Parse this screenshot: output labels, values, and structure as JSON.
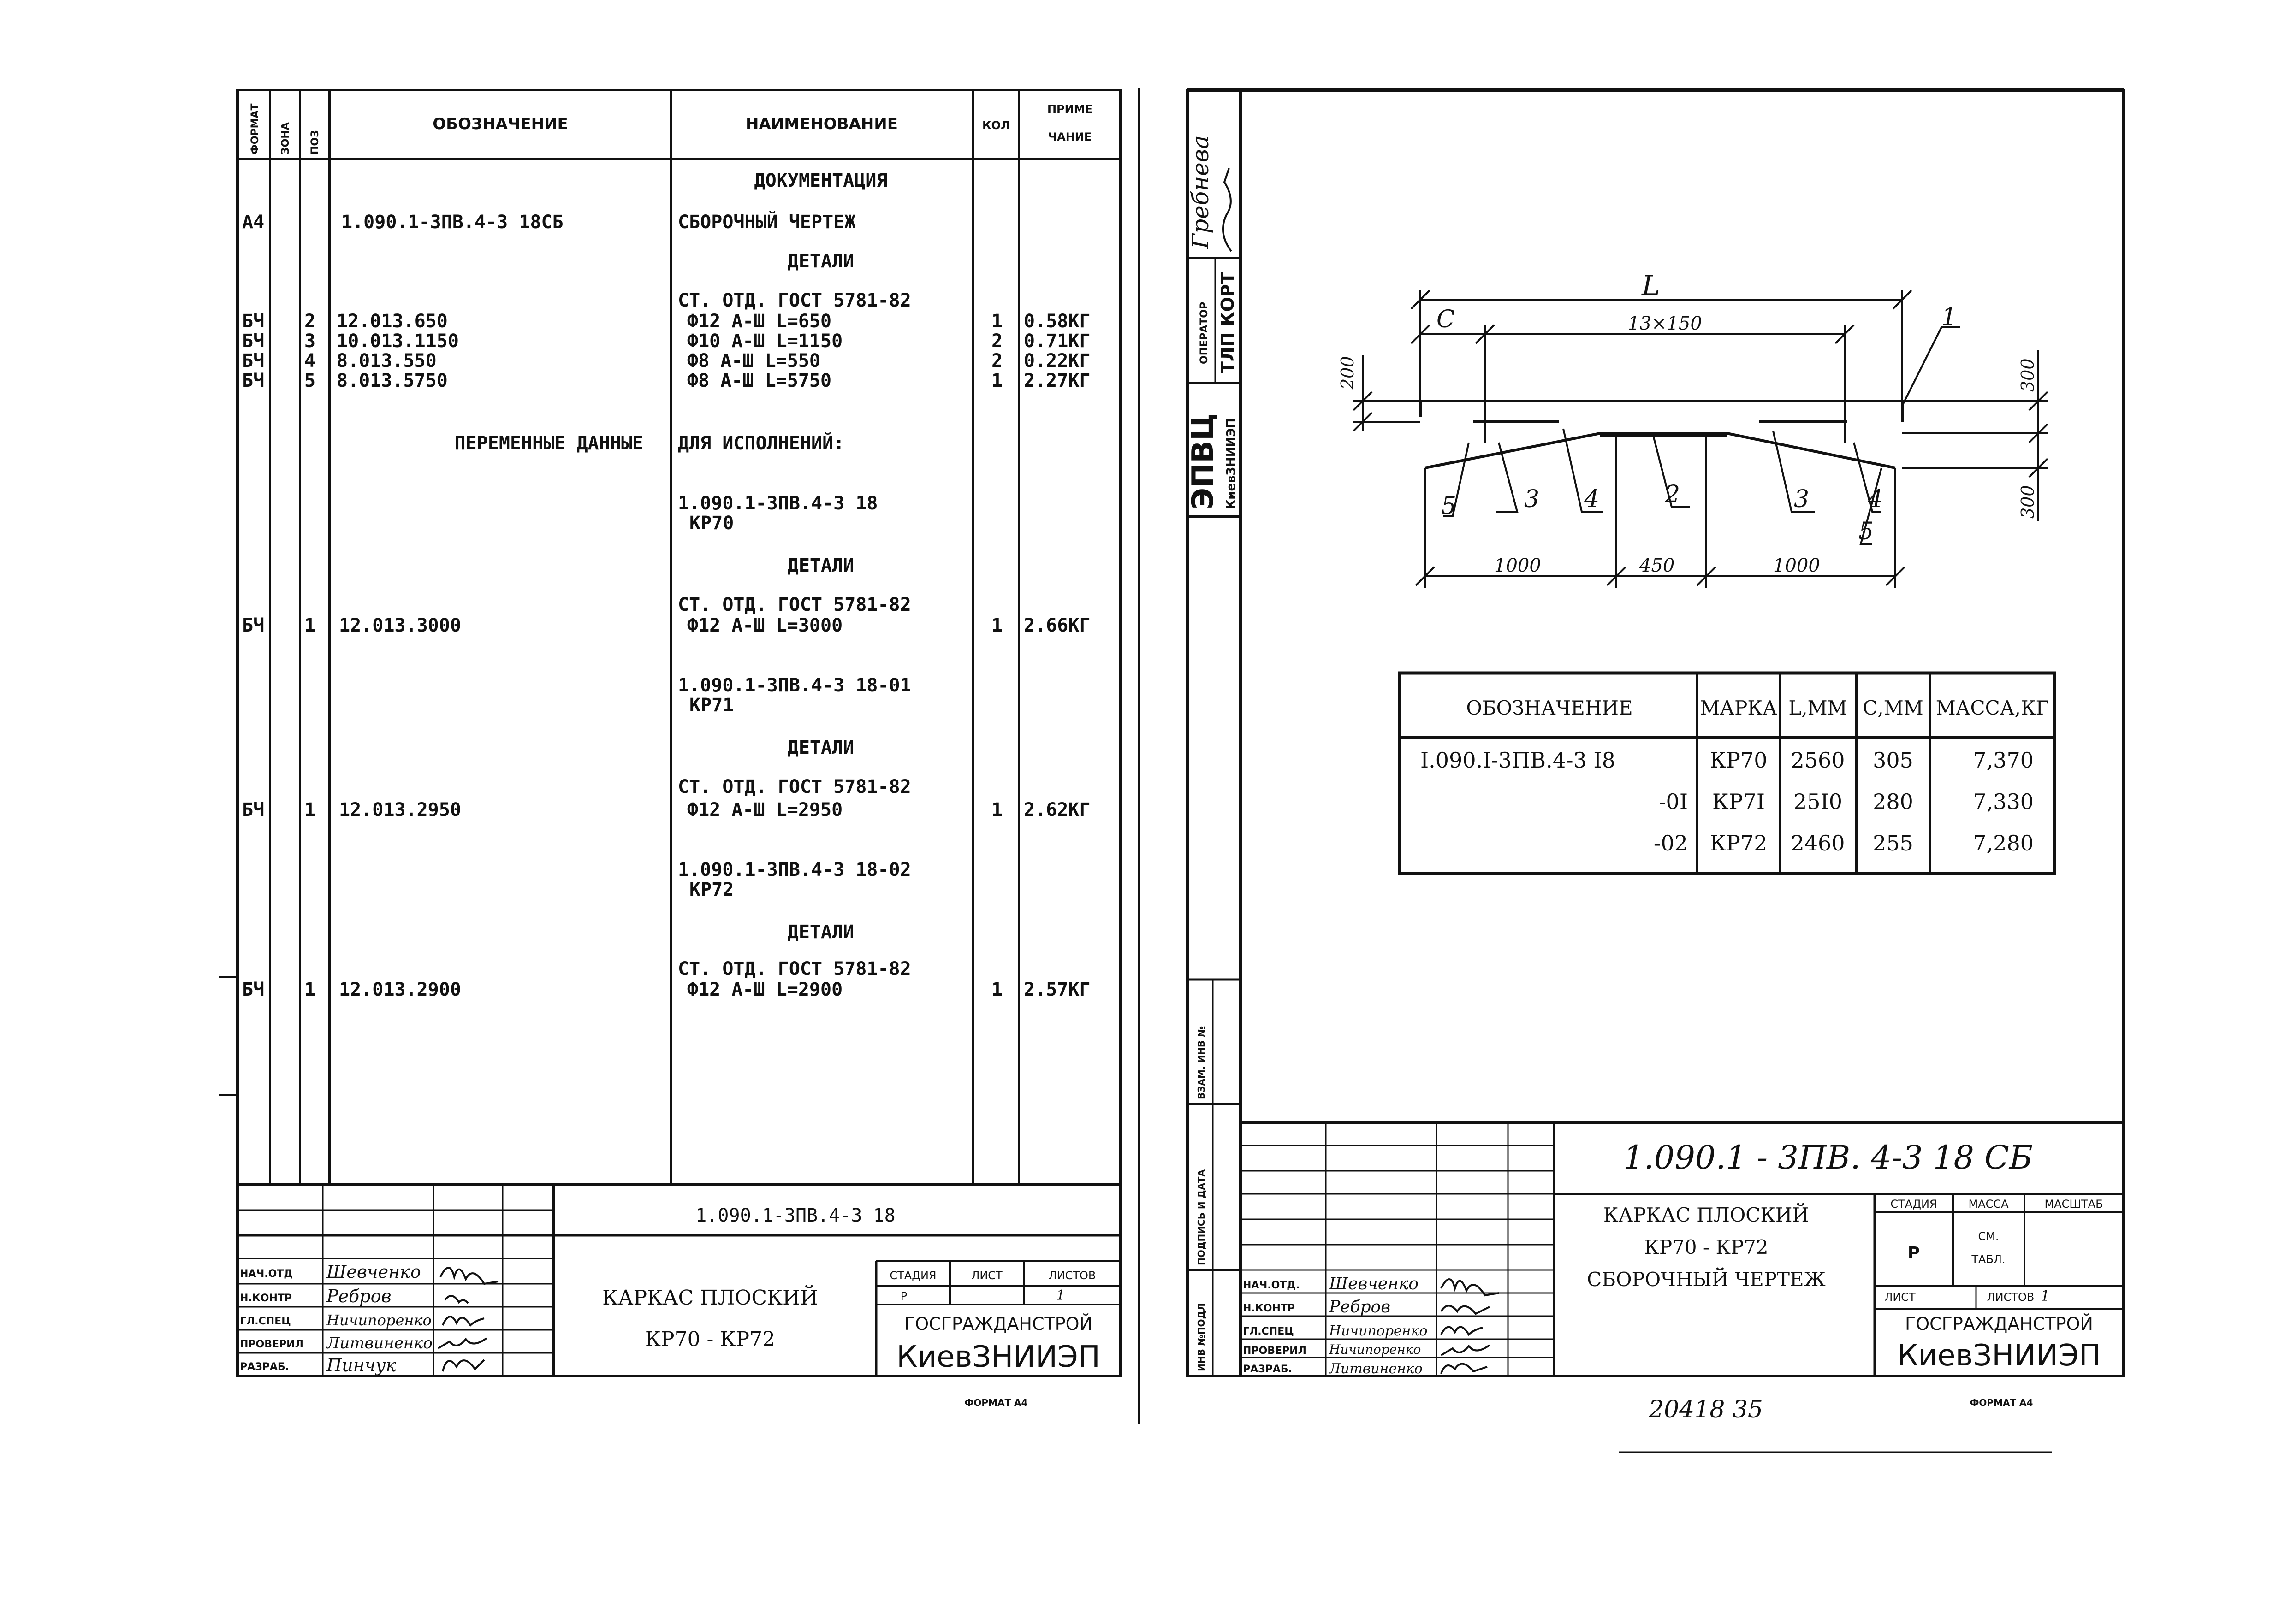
{
  "left_sheet": {
    "header": {
      "format": "ФОРМАТ",
      "zone": "ЗОНА",
      "pos": "ПОЗ",
      "designation": "ОБОЗНАЧЕНИЕ",
      "name": "НАИМЕНОВАНИЕ",
      "qty": "КОЛ",
      "note_1": "ПРИМЕ",
      "note_2": "ЧАНИЕ"
    },
    "rows": {
      "documentation": "ДОКУМЕНТАЦИЯ",
      "doc_format": "А4",
      "doc_code": "1.090.1-3ПВ.4-3 18СБ",
      "doc_name": "СБОРОЧНЫЙ ЧЕРТЕЖ",
      "details_1": "ДЕТАЛИ",
      "gost": "СТ. ОТД. ГОСТ 5781-82",
      "parts": [
        {
          "fmt": "БЧ",
          "pos": "2",
          "code": "12.013.650",
          "name": "Ф12 А-Ш L=650",
          "qty": "1",
          "note": "0.58КГ"
        },
        {
          "fmt": "БЧ",
          "pos": "3",
          "code": "10.013.1150",
          "name": "Ф10 А-Ш L=1150",
          "qty": "2",
          "note": "0.71КГ"
        },
        {
          "fmt": "БЧ",
          "pos": "4",
          "code": "8.013.550",
          "name": "Ф8 А-Ш L=550",
          "qty": "2",
          "note": "0.22КГ"
        },
        {
          "fmt": "БЧ",
          "pos": "5",
          "code": "8.013.5750",
          "name": "Ф8 А-Ш L=5750",
          "qty": "1",
          "note": "2.27КГ"
        }
      ],
      "variable_data": "ПЕРЕМЕННЫЕ ДАННЫЕ",
      "for_versions": "ДЛЯ ИСПОЛНЕНИЙ:",
      "versions": [
        {
          "code": "1.090.1-3ПВ.4-3 18",
          "mark": "КР70",
          "details": "ДЕТАЛИ",
          "gost": "СТ. ОТД. ГОСТ 5781-82",
          "fmt": "БЧ",
          "pos": "1",
          "part_code": "12.013.3000",
          "part_name": "Ф12 А-Ш L=3000",
          "qty": "1",
          "note": "2.66КГ"
        },
        {
          "code": "1.090.1-3ПВ.4-3 18-01",
          "mark": "КР71",
          "details": "ДЕТАЛИ",
          "gost": "СТ. ОТД. ГОСТ 5781-82",
          "fmt": "БЧ",
          "pos": "1",
          "part_code": "12.013.2950",
          "part_name": "Ф12 А-Ш L=2950",
          "qty": "1",
          "note": "2.62КГ"
        },
        {
          "code": "1.090.1-3ПВ.4-3 18-02",
          "mark": "КР72",
          "details": "ДЕТАЛИ",
          "gost": "СТ. ОТД. ГОСТ 5781-82",
          "fmt": "БЧ",
          "pos": "1",
          "part_code": "12.013.2900",
          "part_name": "Ф12 А-Ш L=2900",
          "qty": "1",
          "note": "2.57КГ"
        }
      ]
    },
    "stamp": {
      "doc_code": "1.090.1-3ПВ.4-3 18",
      "title_1": "КАРКАС ПЛОСКИЙ",
      "title_2": "КР70 - КР72",
      "stage_label": "СТАДИЯ",
      "sheet_label": "ЛИСТ",
      "sheets_label": "ЛИСТОВ",
      "stage_value": "Р",
      "sheets_value": "1",
      "org_1": "ГОСГРАЖДАНСТРОЙ",
      "org_2": "КиевЗНИИЭП",
      "roles": [
        "НАЧ.ОТД",
        "Н.КОНТР",
        "ГЛ.СПЕЦ",
        "ПРОВЕРИЛ",
        "РАЗРАБ."
      ],
      "names": [
        "Шевченко",
        "Ребров",
        "Ничипоренко",
        "Литвиненко",
        "Пинчук"
      ]
    },
    "format_note": "ФОРМАТ А4"
  },
  "right_sheet": {
    "margin": {
      "signature_name": "Гребнева",
      "operator_label": "ОПЕРАТОР",
      "operator_value": "ТЛП КОРТ",
      "epvc": "ЭПВЦ",
      "epvc_sub": "КиевЗНИИЭП",
      "inv_label": "ВЗАМ. ИНВ №",
      "sign_label": "ПОДПИСЬ И ДАТА",
      "inv_orig_label": "ИНВ №ПОДЛ"
    },
    "drawing": {
      "dim_L": "L",
      "dim_C": "C",
      "dim_pitch": "13×150",
      "dim_200": "200",
      "dim_300a": "300",
      "dim_300b": "300",
      "dim_1000a": "1000",
      "dim_450": "450",
      "dim_1000b": "1000",
      "labels": [
        "1",
        "2",
        "3",
        "4",
        "5",
        "3",
        "4",
        "5"
      ]
    },
    "table": {
      "headers": [
        "ОБОЗНАЧЕНИЕ",
        "МАРКА",
        "L,ММ",
        "С,ММ",
        "МАССА,КГ"
      ],
      "rows": [
        [
          "I.090.I-3ПВ.4-3 I8",
          "КР70",
          "2560",
          "305",
          "7,370"
        ],
        [
          "-0I",
          "КР7I",
          "25I0",
          "280",
          "7,330"
        ],
        [
          "-02",
          "КР72",
          "2460",
          "255",
          "7,280"
        ]
      ]
    },
    "stamp": {
      "doc_code": "1.090.1 - 3ПВ. 4-3   18 СБ",
      "title_1": "КАРКАС ПЛОСКИЙ",
      "title_2": "КР70 - КР72",
      "title_3": "СБОРОЧНЫЙ ЧЕРТЕЖ",
      "stage_label": "СТАДИЯ",
      "mass_label": "МАССА",
      "scale_label": "МАСШТАБ",
      "stage_value": "Р",
      "mass_value_1": "СМ.",
      "mass_value_2": "ТАБЛ.",
      "sheet_label": "ЛИСТ",
      "sheets_label": "ЛИСТОВ",
      "sheets_value": "1",
      "org_1": "ГОСГРАЖДАНСТРОЙ",
      "org_2": "КиевЗНИИЭП",
      "roles": [
        "НАЧ.ОТД.",
        "Н.КОНТР",
        "ГЛ.СПЕЦ",
        "ПРОВЕРИЛ",
        "РАЗРАБ."
      ],
      "names": [
        "Шевченко",
        "Ребров",
        "Ничипоренко",
        "Ничипоренко",
        "Литвиненко"
      ]
    },
    "bottom_numbers": "20418   35",
    "format_note": "ФОРМАТ А4"
  }
}
